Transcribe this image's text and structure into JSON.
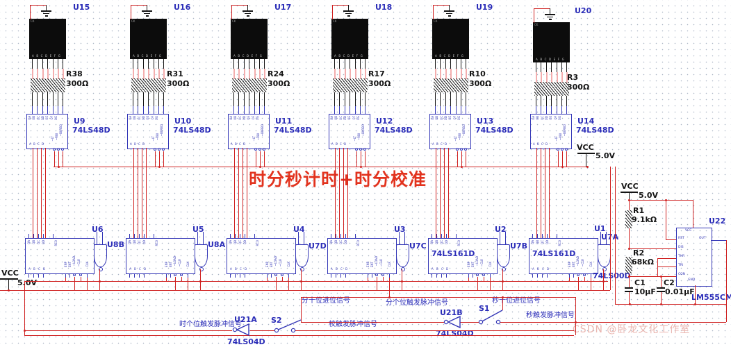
{
  "title": "时分秒计时+时分校准",
  "watermark": "CSDN @卧龙文化工作室",
  "power": {
    "label": "VCC",
    "voltage": "5.0V"
  },
  "display_pins": {
    "corner": "CK",
    "segments": "ABCDEFG"
  },
  "decoder_pins": {
    "top": [
      "OA",
      "OB",
      "OC",
      "OD",
      "OE",
      "OF",
      "OG"
    ],
    "inputs": [
      "A",
      "B",
      "C",
      "D"
    ],
    "control": [
      "~LT",
      "~RBI",
      "~BI/RBO"
    ]
  },
  "counter_pins": {
    "top": [
      "QA",
      "QB",
      "QC",
      "QD"
    ],
    "rco": "RCO",
    "inputs": [
      "A",
      "B",
      "C",
      "D"
    ],
    "enable": [
      "ENP",
      "ENT"
    ],
    "control": [
      "~LOAD",
      "~CLR"
    ],
    "clock": "CLK"
  },
  "columns": [
    {
      "display": "U15",
      "resistor": "R38",
      "resistance": "300Ω",
      "decoder": "U9",
      "decoder_part": "74LS48D",
      "counter": "U6",
      "counter_part": "",
      "gate": "U8B",
      "gate_part": ""
    },
    {
      "display": "U16",
      "resistor": "R31",
      "resistance": "300Ω",
      "decoder": "U10",
      "decoder_part": "74LS48D",
      "counter": "U5",
      "counter_part": "",
      "gate": "U8A",
      "gate_part": ""
    },
    {
      "display": "U17",
      "resistor": "R24",
      "resistance": "300Ω",
      "decoder": "U11",
      "decoder_part": "74LS48D",
      "counter": "U4",
      "counter_part": "",
      "gate": "U7D",
      "gate_part": ""
    },
    {
      "display": "U18",
      "resistor": "R17",
      "resistance": "300Ω",
      "decoder": "U12",
      "decoder_part": "74LS48D",
      "counter": "U3",
      "counter_part": "",
      "gate": "U7C",
      "gate_part": ""
    },
    {
      "display": "U19",
      "resistor": "R10",
      "resistance": "300Ω",
      "decoder": "U13",
      "decoder_part": "74LS48D",
      "counter": "U2",
      "counter_part": "74LS161D",
      "gate": "U7B",
      "gate_part": ""
    },
    {
      "display": "U20",
      "resistor": "R3",
      "resistance": "300Ω",
      "decoder": "U14",
      "decoder_part": "74LS48D",
      "counter": "U1",
      "counter_part": "74LS161D",
      "gate": "U7A",
      "gate_part": "74LS00D"
    }
  ],
  "signals": {
    "min_tens_carry": "分十位进位信号",
    "min_units_trigger": "分个位触发脉冲信号",
    "sec_tens_carry": "秒十位进位信号",
    "sec_trigger": "秒触发脉冲信号",
    "hour_units_trigger": "时个位触发脉冲信号",
    "cal_trigger": "校触发脉冲信号"
  },
  "switches": {
    "s1": "S1",
    "s2": "S2"
  },
  "inverters": {
    "a": "U21A",
    "b": "U21B",
    "part": "74LS04D"
  },
  "timer": {
    "ref": "U22",
    "part": "LM555CM",
    "r1": "R1",
    "r1_value": "9.1kΩ",
    "r2": "R2",
    "r2_value": "68kΩ",
    "c1": "C1",
    "c1_value": "10μF",
    "c2": "C2",
    "c2_value": "0.01μF",
    "pins": [
      "VCC",
      "RST",
      "OUT",
      "DIS",
      "THR",
      "TRI",
      "CON",
      "GND"
    ]
  },
  "colors": {
    "wire_red": "#cf2020",
    "component_blue": "#3336b6",
    "wire_pink": "#f4aeae",
    "title_red": "#e2331e"
  }
}
